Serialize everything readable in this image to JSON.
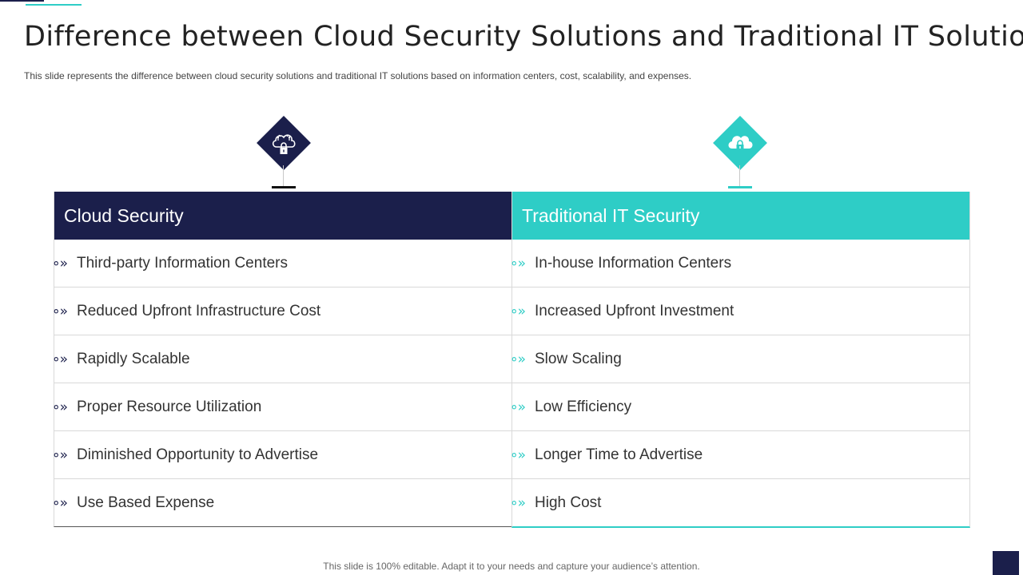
{
  "slide": {
    "title": "Difference between Cloud Security Solutions and Traditional IT Solutions",
    "subtitle": "This slide represents the difference between cloud security solutions and traditional IT solutions based on information centers, cost, scalability, and expenses.",
    "footer": "This slide is 100% editable. Adapt it to your needs and capture your audience’s attention."
  },
  "colors": {
    "navy": "#1b1f4b",
    "teal": "#2ecdc6"
  },
  "icons": {
    "left": "cloud-lock-icon",
    "right": "cloud-lock-icon",
    "bullet": "double-chevron-bullet-icon"
  },
  "columns": {
    "left": {
      "header": "Cloud Security",
      "items": [
        "Third-party Information Centers",
        "Reduced Upfront Infrastructure Cost",
        "Rapidly Scalable",
        "Proper Resource Utilization",
        "Diminished Opportunity to Advertise",
        "Use Based Expense"
      ]
    },
    "right": {
      "header": "Traditional IT Security",
      "items": [
        "In-house Information Centers",
        "Increased Upfront Investment",
        "Slow Scaling",
        "Low Efficiency",
        "Longer Time to Advertise",
        "High Cost"
      ]
    }
  }
}
